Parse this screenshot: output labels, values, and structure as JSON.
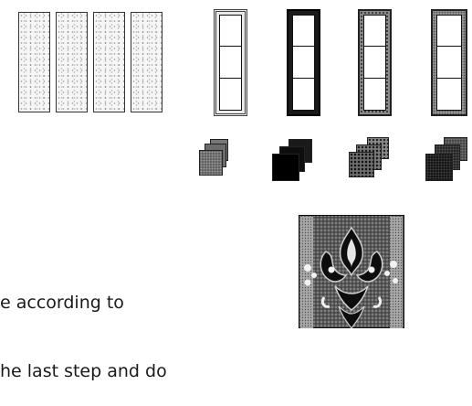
{
  "caption": {
    "line1": "e according to",
    "line2": "he last step and do"
  },
  "figures": {
    "strips": [
      "stippled-strip",
      "stippled-strip",
      "stippled-strip",
      "stippled-strip"
    ],
    "frames": [
      {
        "style": "light-double-border"
      },
      {
        "style": "dark-thick-border"
      },
      {
        "style": "textured-border"
      },
      {
        "style": "grey-border"
      }
    ],
    "tile_stacks": [
      {
        "tone": "#6a6a6a"
      },
      {
        "tone": "#111111"
      },
      {
        "tone": "#7d7d7d"
      },
      {
        "tone": "#2a2a2a"
      }
    ],
    "ornament": "damask-ornament"
  }
}
